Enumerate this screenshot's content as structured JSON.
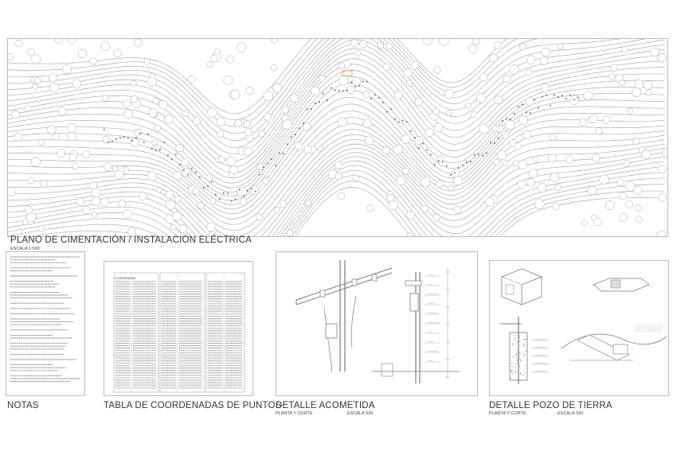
{
  "plan": {
    "title": "PLANO DE CIMENTACIÓN / INSTALACIÓN ELÉCTRICA",
    "scale": "ESCALA 1:500"
  },
  "notes": {
    "title": "NOTAS"
  },
  "table": {
    "title": "TABLA DE COORDENADAS DE PUNTOS",
    "header": "COORDENADAS"
  },
  "acometida": {
    "title": "DETALLE ACOMETIDA",
    "subtitle": "PLANTA Y CORTE",
    "scale": "ESCALA S/N"
  },
  "pozo": {
    "title": "DETALLE POZO DE TIERRA",
    "subtitle": "PLANTA Y CORTE",
    "scale": "ESCALA S/N",
    "label_left": "TRANSFORMADOR"
  }
}
